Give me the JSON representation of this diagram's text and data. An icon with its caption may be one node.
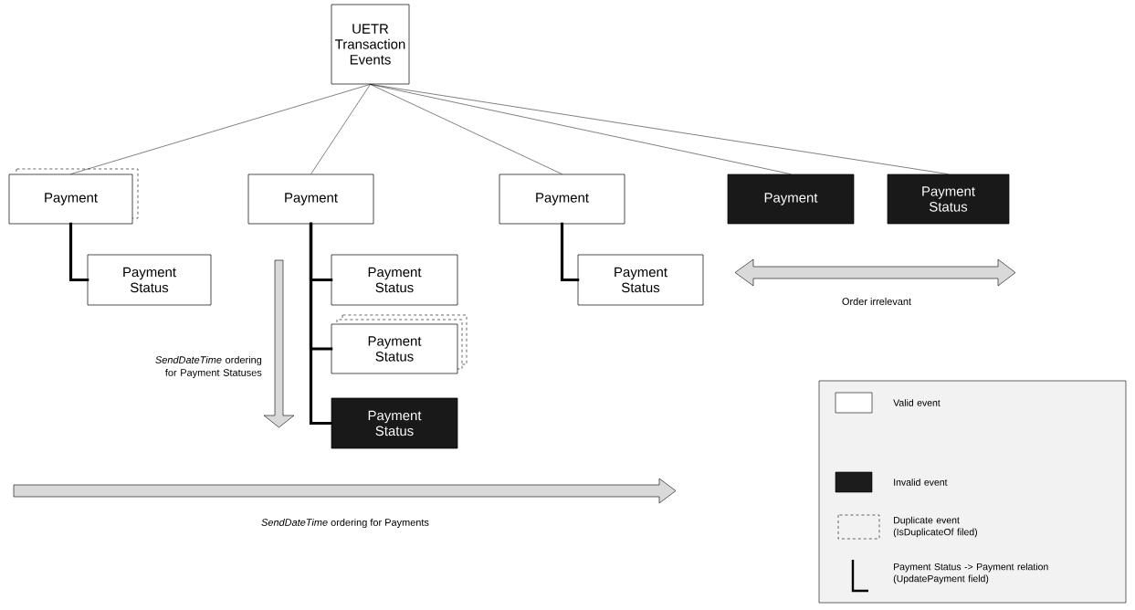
{
  "diagram": {
    "nodes": [
      {
        "text": [
          "UETR Transaction Events"
        ]
      },
      {
        "text": [
          "Payment"
        ]
      },
      {
        "text": [
          "Payment Status"
        ]
      },
      {
        "text": [
          "Payment"
        ]
      },
      {
        "text": [
          "Payment Status"
        ]
      },
      {
        "text": [
          "Payment Status"
        ]
      },
      {
        "text": [
          "Payment Status"
        ]
      },
      {
        "text": [
          "Payment"
        ]
      },
      {
        "text": [
          "Payment Status"
        ]
      },
      {
        "text": [
          "Payment"
        ]
      },
      {
        "text": [
          "Payment Status"
        ]
      }
    ],
    "edges": [
      {
        "from": 0,
        "to": 1,
        "arrow": "none"
      },
      {
        "from": 0,
        "to": 3,
        "arrow": "none"
      },
      {
        "from": 0,
        "to": 7,
        "arrow": "none"
      },
      {
        "from": 0,
        "to": 9,
        "arrow": "none"
      },
      {
        "from": 0,
        "to": 10,
        "arrow": "none"
      },
      {
        "from": 1,
        "to": 2,
        "arrow": "none",
        "style": "thick"
      },
      {
        "from": 3,
        "to": 4,
        "arrow": "none",
        "style": "thick"
      },
      {
        "from": 3,
        "to": 5,
        "arrow": "none",
        "style": "thick"
      },
      {
        "from": 3,
        "to": 6,
        "arrow": "none",
        "style": "thick"
      },
      {
        "from": 7,
        "to": 8,
        "arrow": "none",
        "style": "thick"
      }
    ],
    "labels": [
      "*SendDateTime* ordering for Payment Statuses",
      "Order irrelevant",
      "*SendDateTime* ordering for Payments"
    ],
    "legend": [
      {
        "text": "Valid event",
        "color": "#ffffff"
      },
      {
        "text": "Invalid event",
        "color": "#1c1c1c"
      },
      {
        "text": "Duplicate event (IsDuplicateOf filed)"
      },
      {
        "text": "Payment Status -> Payment relation (UpdatePayment field)"
      }
    ]
  }
}
